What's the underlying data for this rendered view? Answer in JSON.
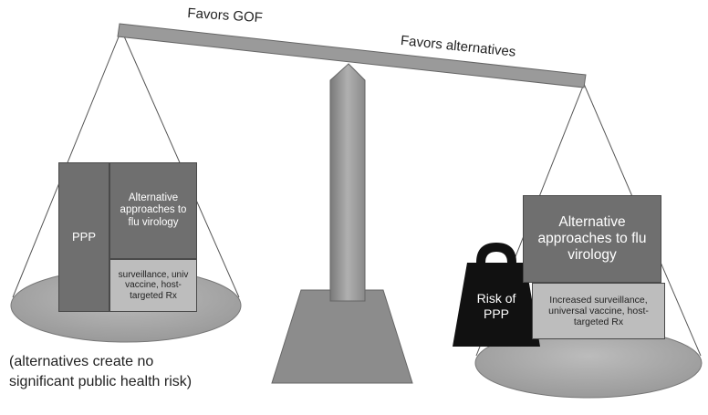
{
  "beam": {
    "left_label": "Favors GOF",
    "right_label": "Favors alternatives"
  },
  "left_pan": {
    "ppp_label": "PPP",
    "alt_label": "Alternative approaches to flu virology",
    "sub_label": "surveillance, univ vaccine, host-targeted Rx"
  },
  "right_pan": {
    "weight_label": "Risk of PPP",
    "alt_label": "Alternative approaches to flu virology",
    "sub_label": "Increased surveillance, universal vaccine, host-targeted Rx"
  },
  "note": "(alternatives create no significant public health risk)",
  "colors": {
    "beam": "#9a9a9a",
    "pan": "#a8a8a8",
    "dark_box": "#6f6f6f",
    "light_box": "#bdbdbd",
    "weight": "#111111"
  }
}
